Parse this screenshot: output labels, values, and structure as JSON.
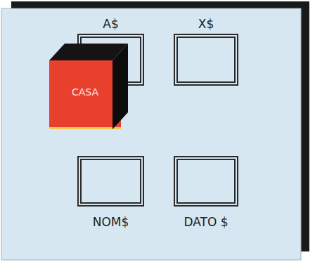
{
  "diagram": {
    "nodes": [
      {
        "text": [
          "A$"
        ]
      },
      {
        "text": [
          "CASA"
        ],
        "in": 0
      },
      {
        "text": [
          "X$"
        ]
      },
      {
        "text": [
          "NOM$"
        ]
      },
      {
        "text": [
          "DATO $"
        ]
      }
    ]
  }
}
